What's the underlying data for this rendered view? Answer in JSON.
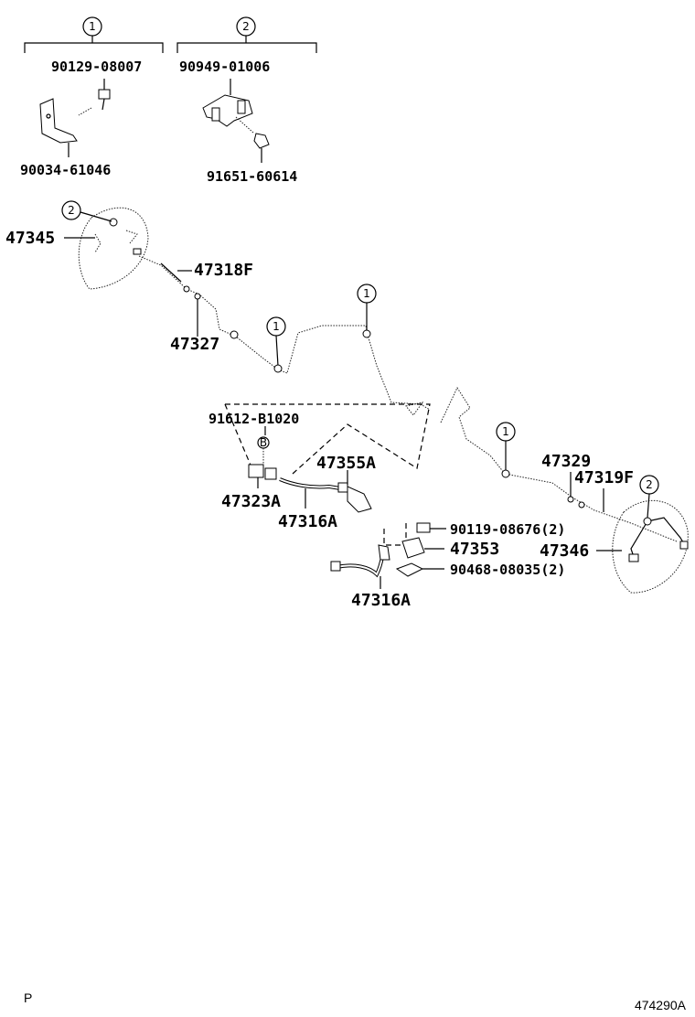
{
  "callouts": {
    "group1_num": "1",
    "group2_num": "2"
  },
  "labels": {
    "p90129": "90129-08007",
    "p90949": "90949-01006",
    "p90034": "90034-61046",
    "p91651": "91651-60614",
    "p47345": "47345",
    "p47318F": "47318F",
    "p47327": "47327",
    "p91612": "91612-B1020",
    "p47355A": "47355A",
    "p47323A": "47323A",
    "p47316A_upper": "47316A",
    "p47329": "47329",
    "p47319F": "47319F",
    "p90119": "90119-08676(2)",
    "p47353": "47353",
    "p47346": "47346",
    "p90468": "90468-08035(2)",
    "p47316A_lower": "47316A",
    "bolt_mark": "B"
  },
  "footer": {
    "left_mark": "P",
    "drawing_id": "474290A"
  }
}
